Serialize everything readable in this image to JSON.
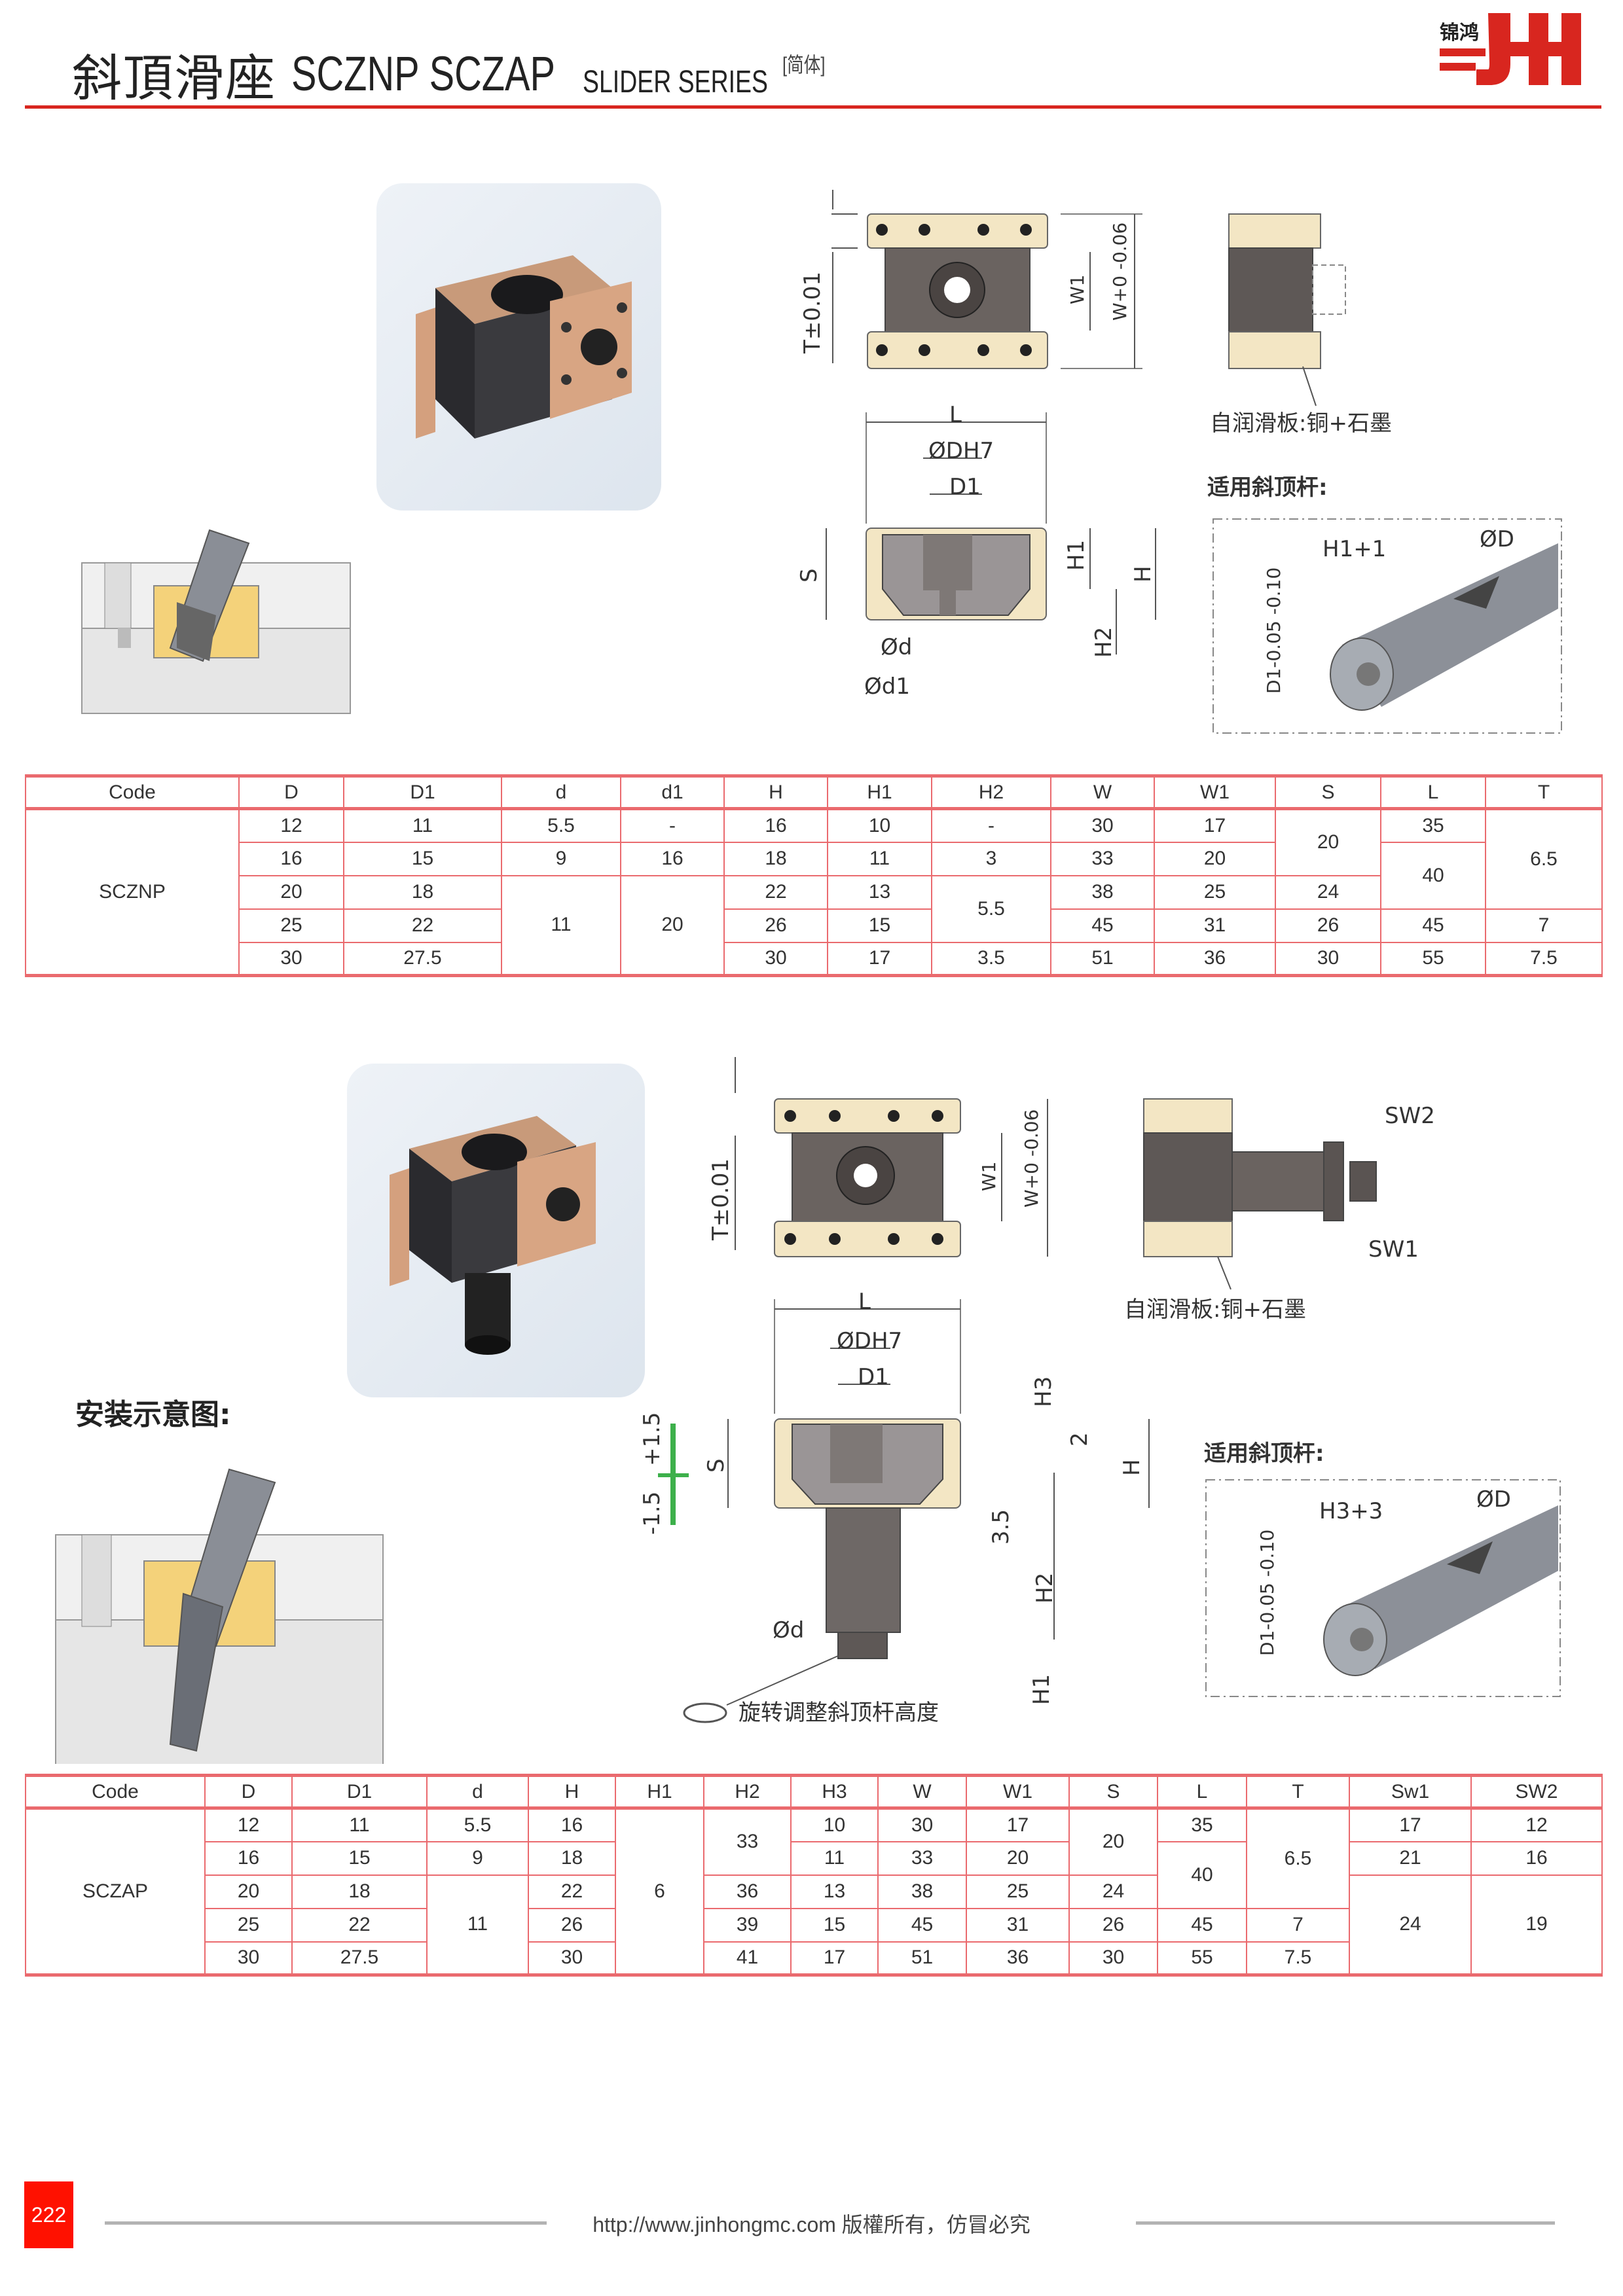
{
  "header": {
    "title_cn": "斜頂滑座",
    "codes": "SCZNP SCZAP",
    "series": "SLIDER SERIES",
    "variant": "[简体]",
    "logo_text": "锦鸿 JH",
    "brand_color": "#d8261f"
  },
  "section1": {
    "labels": {
      "t_tol": "T±0.01",
      "w1": "W1",
      "w_tol": "W+0 -0.06",
      "plate_note": "自润滑板:铜+石墨",
      "rod_title": "适用斜顶杆:",
      "L": "L",
      "dh7": "ØDH7",
      "d1": "D1",
      "S": "S",
      "H1": "H1",
      "H": "H",
      "H2": "H2",
      "d": "Ød",
      "d1_small": "Ød1",
      "rod_h": "H1+1",
      "rod_D": "ØD",
      "rod_d1": "D1-0.05 -0.10"
    }
  },
  "table1": {
    "headers": [
      "Code",
      "D",
      "D1",
      "d",
      "d1",
      "H",
      "H1",
      "H2",
      "W",
      "W1",
      "S",
      "L",
      "T"
    ],
    "rows": [
      [
        {
          "v": "SCZNP",
          "rowspan": 5
        },
        "12",
        "11",
        "5.5",
        "-",
        "16",
        "10",
        "-",
        "30",
        "17",
        {
          "v": "20",
          "rowspan": 2
        },
        "35",
        {
          "v": "6.5",
          "rowspan": 3
        }
      ],
      [
        "16",
        "15",
        "9",
        "16",
        "18",
        "11",
        "3",
        "33",
        "20",
        {
          "v": "40",
          "rowspan": 2
        }
      ],
      [
        "20",
        "18",
        {
          "v": "11",
          "rowspan": 3
        },
        {
          "v": "20",
          "rowspan": 3
        },
        "22",
        "13",
        {
          "v": "5.5",
          "rowspan": 2
        },
        "38",
        "25",
        "24"
      ],
      [
        "25",
        "22",
        "26",
        "15",
        "45",
        "31",
        "26",
        "45",
        "7"
      ],
      [
        "30",
        "27.5",
        "30",
        "17",
        "3.5",
        "51",
        "36",
        "30",
        "55",
        "7.5"
      ]
    ]
  },
  "section2": {
    "install_title": "安装示意图:",
    "labels": {
      "t_tol": "T±0.01",
      "w1": "W1",
      "w_tol": "W+0 -0.06",
      "sw2": "SW2",
      "sw1": "SW1",
      "plate_note": "自润滑板:铜+石墨",
      "rod_title": "适用斜顶杆:",
      "L": "L",
      "dh7": "ØDH7",
      "d1": "D1",
      "H3": "H3",
      "two": "2",
      "H": "H",
      "S": "S",
      "three_five": "3.5",
      "H2": "H2",
      "d": "Ød",
      "H1": "H1",
      "adjust_plus": "+1.5",
      "adjust_minus": "-1.5",
      "rotate_note": "旋转调整斜顶杆高度",
      "rod_h": "H3+3",
      "rod_D": "ØD",
      "rod_d1": "D1-0.05 -0.10"
    }
  },
  "table2": {
    "headers": [
      "Code",
      "D",
      "D1",
      "d",
      "H",
      "H1",
      "H2",
      "H3",
      "W",
      "W1",
      "S",
      "L",
      "T",
      "Sw1",
      "SW2"
    ],
    "rows": [
      [
        {
          "v": "SCZAP",
          "rowspan": 5
        },
        "12",
        "11",
        "5.5",
        "16",
        {
          "v": "6",
          "rowspan": 5
        },
        {
          "v": "33",
          "rowspan": 2
        },
        "10",
        "30",
        "17",
        {
          "v": "20",
          "rowspan": 2
        },
        "35",
        {
          "v": "6.5",
          "rowspan": 3
        },
        "17",
        "12"
      ],
      [
        "16",
        "15",
        "9",
        "18",
        "11",
        "33",
        "20",
        {
          "v": "40",
          "rowspan": 2
        },
        "21",
        "16"
      ],
      [
        "20",
        "18",
        {
          "v": "11",
          "rowspan": 3
        },
        "22",
        "36",
        "13",
        "38",
        "25",
        "24",
        {
          "v": "24",
          "rowspan": 3
        },
        {
          "v": "19",
          "rowspan": 3
        }
      ],
      [
        "25",
        "22",
        "26",
        "39",
        "15",
        "45",
        "31",
        "26",
        "45",
        "7"
      ],
      [
        "30",
        "27.5",
        "30",
        "41",
        "17",
        "51",
        "36",
        "30",
        "55",
        "7.5"
      ]
    ]
  },
  "footer": {
    "page_number": "222",
    "text": "http://www.jinhongmc.com 版權所有，仿冒必究"
  }
}
